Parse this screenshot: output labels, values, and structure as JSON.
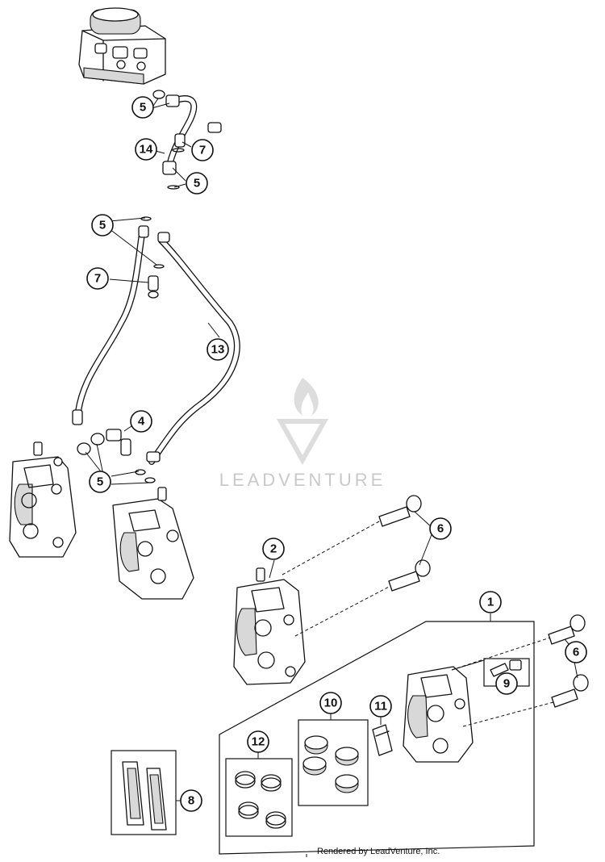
{
  "diagram": {
    "callouts": [
      {
        "id": "c-5a",
        "label": "5"
      },
      {
        "id": "c-14",
        "label": "14"
      },
      {
        "id": "c-7a",
        "label": "7"
      },
      {
        "id": "c-5b",
        "label": "5"
      },
      {
        "id": "c-5c",
        "label": "5"
      },
      {
        "id": "c-7b",
        "label": "7"
      },
      {
        "id": "c-13",
        "label": "13"
      },
      {
        "id": "c-4",
        "label": "4"
      },
      {
        "id": "c-5d",
        "label": "5"
      },
      {
        "id": "c-2",
        "label": "2"
      },
      {
        "id": "c-6a",
        "label": "6"
      },
      {
        "id": "c-1",
        "label": "1"
      },
      {
        "id": "c-6b",
        "label": "6"
      },
      {
        "id": "c-9",
        "label": "9"
      },
      {
        "id": "c-10",
        "label": "10"
      },
      {
        "id": "c-11",
        "label": "11"
      },
      {
        "id": "c-12",
        "label": "12"
      },
      {
        "id": "c-8",
        "label": "8"
      }
    ],
    "watermark": "LEADVENTURE",
    "credit": "Rendered by LeadVenture, Inc."
  },
  "colors": {
    "line": "#111111",
    "watermark": "#c9c9c9",
    "background": "#ffffff"
  }
}
